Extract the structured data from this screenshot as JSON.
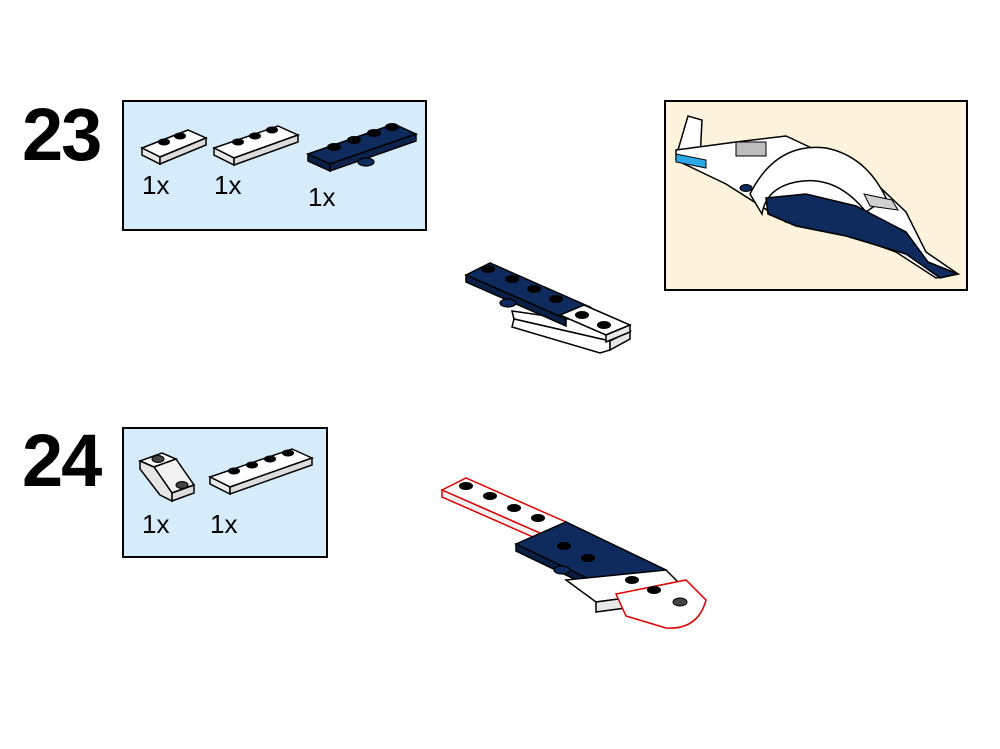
{
  "steps": [
    {
      "number": "23",
      "parts": [
        {
          "qty": "1x",
          "part": "plate-1x2-white"
        },
        {
          "qty": "1x",
          "part": "plate-1x3-white"
        },
        {
          "qty": "1x",
          "part": "plate-1x4-dark-blue"
        }
      ]
    },
    {
      "number": "24",
      "parts": [
        {
          "qty": "1x",
          "part": "slope-inverted-1x2-white"
        },
        {
          "qty": "1x",
          "part": "plate-1x4-white"
        }
      ]
    }
  ],
  "colors": {
    "parts_box": "#d6ecfb",
    "preview_box": "#fdf3dc",
    "dark_blue": "#0f2a5c",
    "white_brick": "#ffffff",
    "highlight_outline": "#e00000",
    "accent_blue": "#2aa8e8"
  }
}
